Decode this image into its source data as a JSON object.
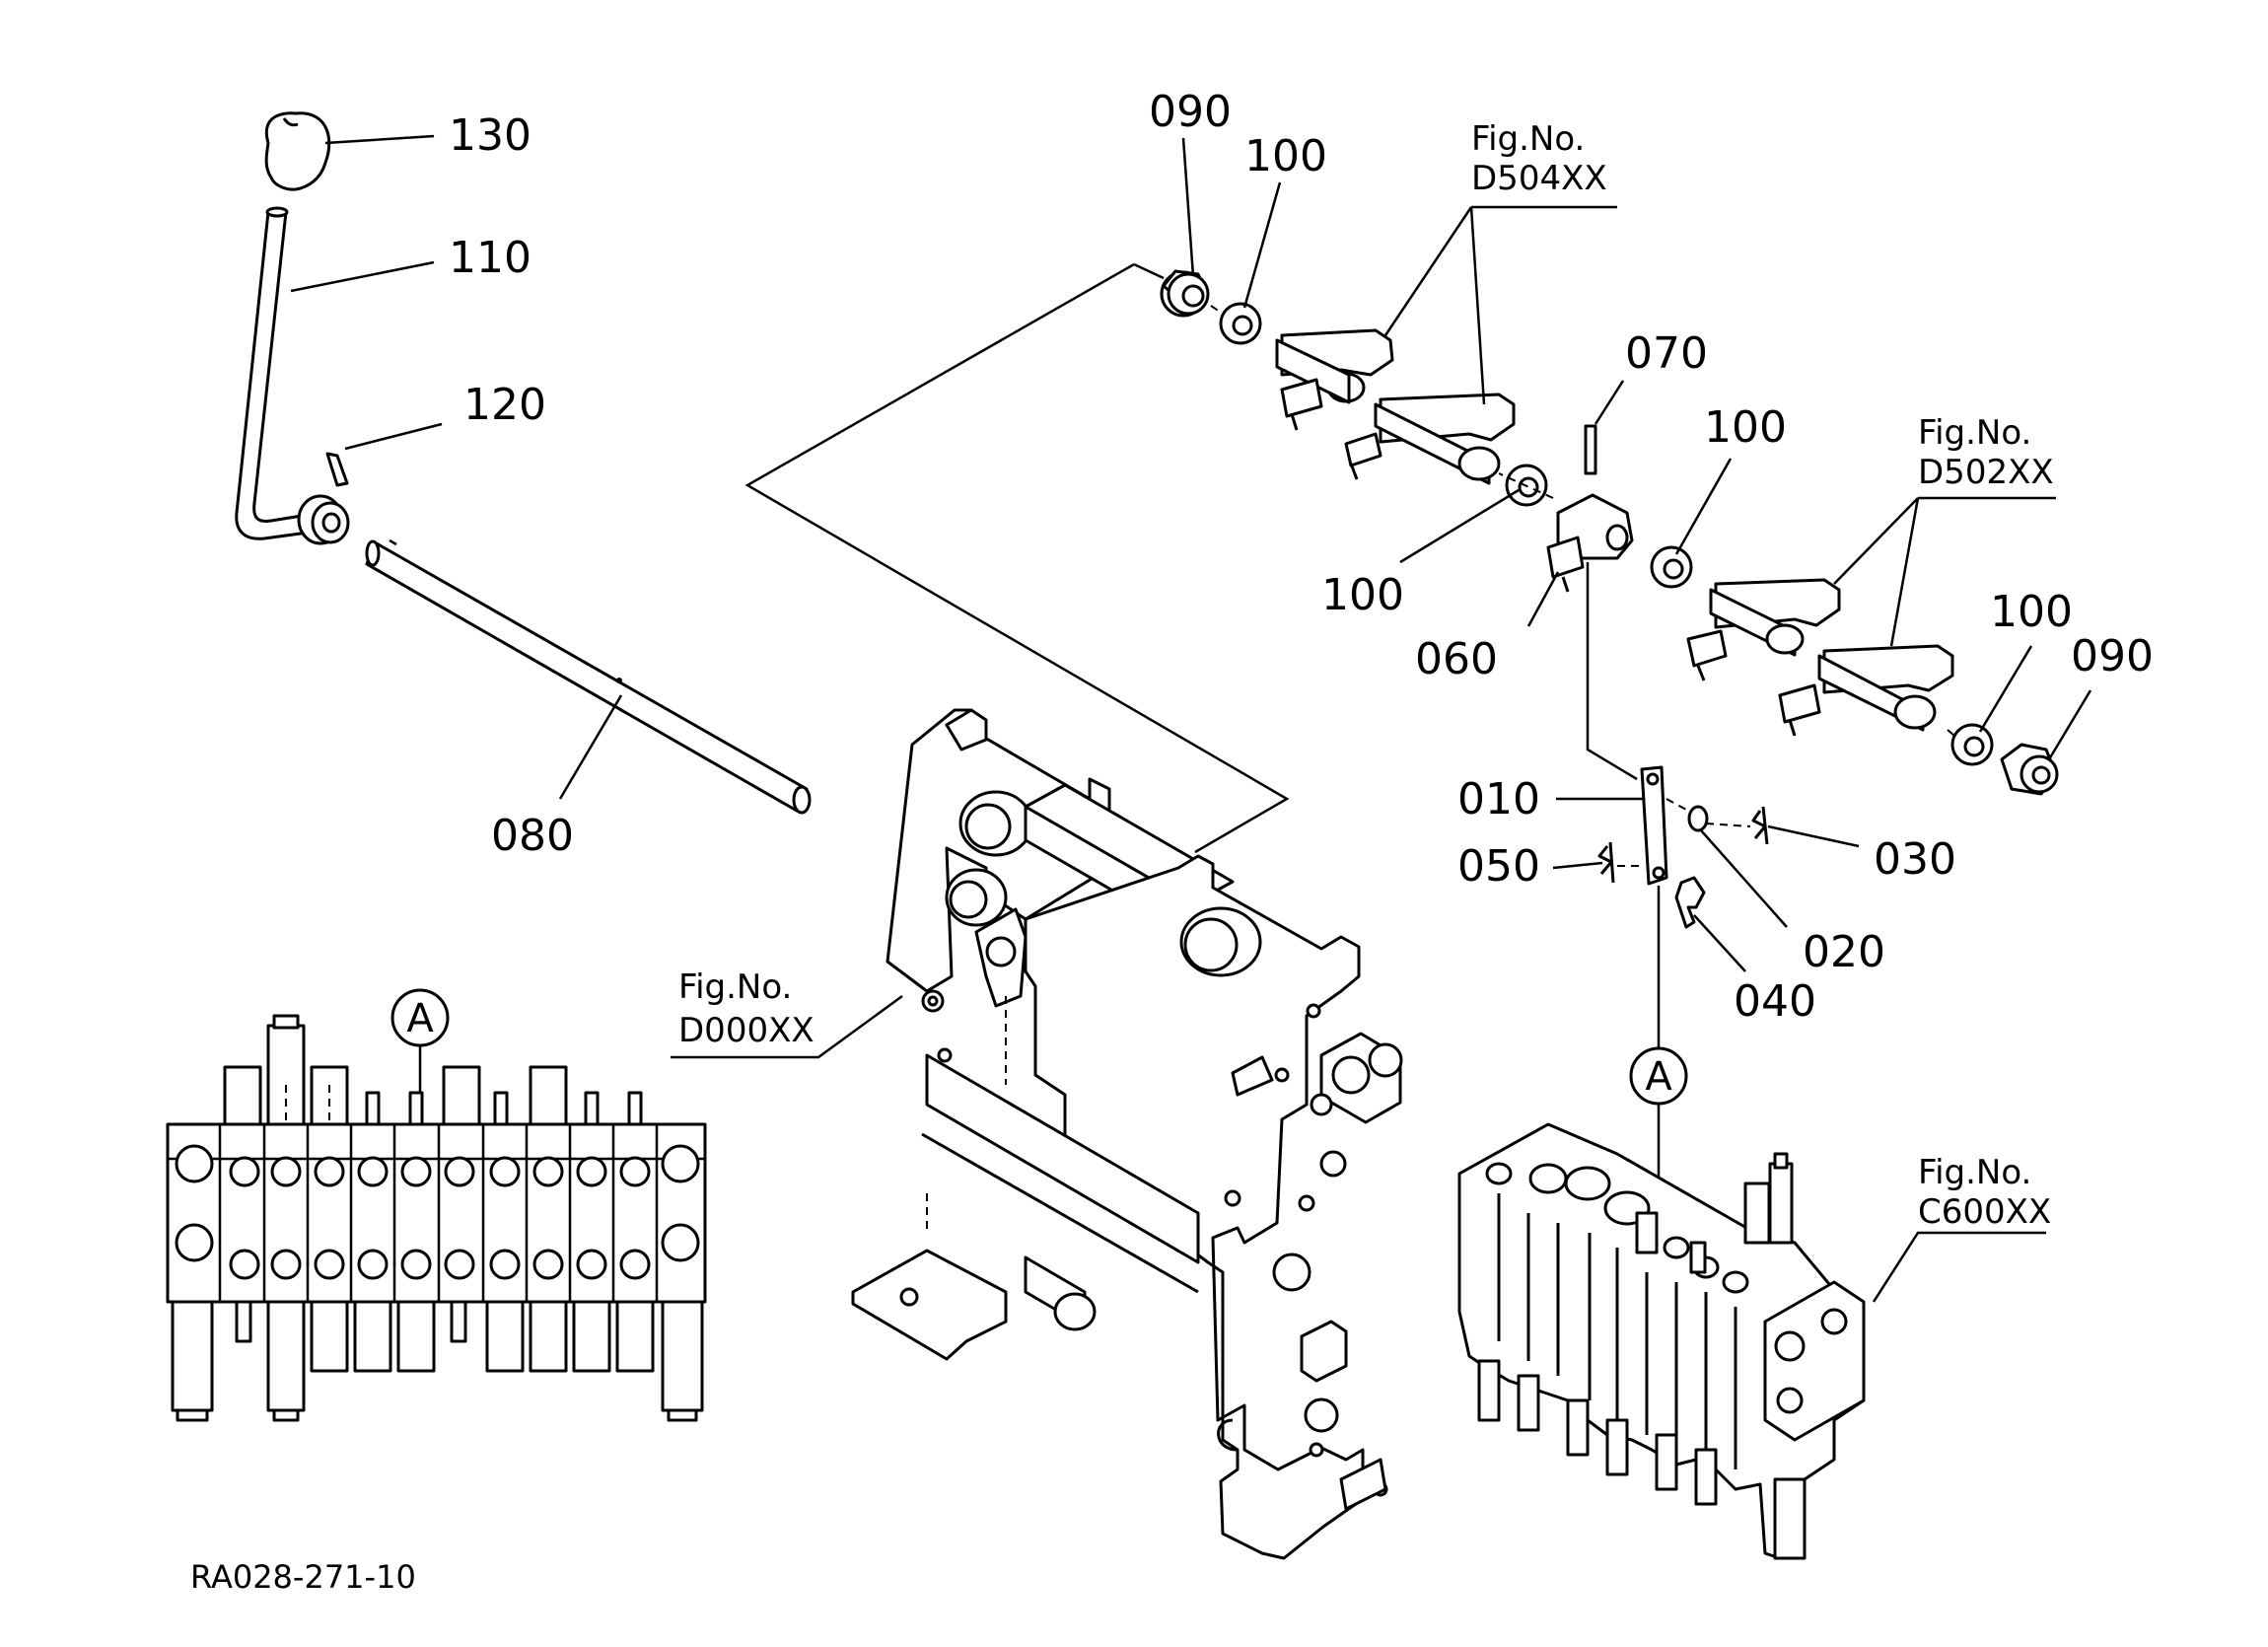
{
  "diagram_id": "RA028-271-10",
  "parts": {
    "p130": "130",
    "p110": "110",
    "p120": "120",
    "p080": "080",
    "p090a": "090",
    "p100a": "100",
    "p070": "070",
    "p100b": "100",
    "p100c": "100",
    "p060": "060",
    "p100d": "100",
    "p090b": "090",
    "p010": "010",
    "p050": "050",
    "p030": "030",
    "p020": "020",
    "p040": "040"
  },
  "refs": {
    "d504": {
      "line1": "Fig.No.",
      "line2": "D504XX"
    },
    "d502": {
      "line1": "Fig.No.",
      "line2": "D502XX"
    },
    "d000": {
      "line1": "Fig.No.",
      "line2": "D000XX"
    },
    "c600": {
      "line1": "Fig.No.",
      "line2": "C600XX"
    }
  },
  "callouts": {
    "a_left": "A",
    "a_right": "A"
  }
}
